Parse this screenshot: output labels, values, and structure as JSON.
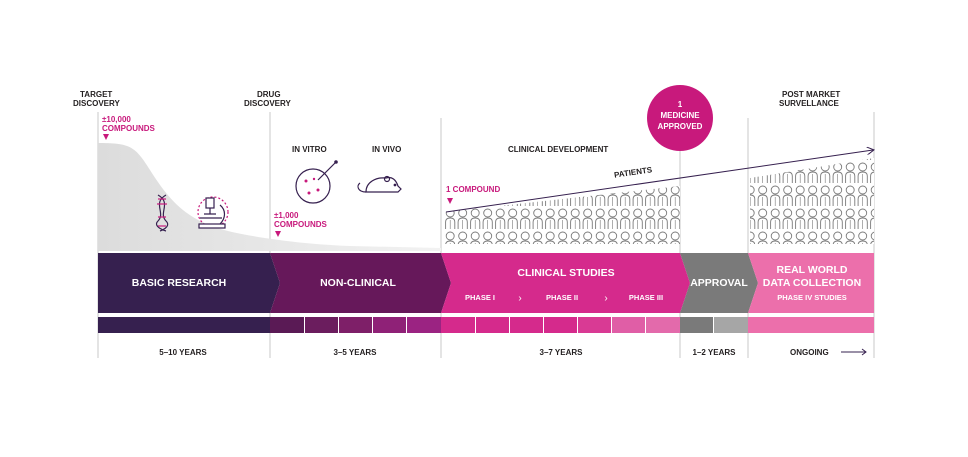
{
  "milestones": {
    "target_discovery": [
      "TARGET",
      "DISCOVERY"
    ],
    "drug_discovery": [
      "DRUG",
      "DISCOVERY"
    ],
    "post_market": [
      "POST MARKET",
      "SURVELLANCE"
    ]
  },
  "approval_badge": [
    "1",
    "MEDICINE",
    "APPROVED"
  ],
  "compounds": {
    "start": [
      "±10,000",
      "COMPOUNDS"
    ],
    "mid": [
      "±1,000",
      "COMPOUNDS"
    ],
    "end": "1 COMPOUND"
  },
  "nonclinical_labels": {
    "in_vitro": "IN VITRO",
    "in_vivo": "IN VIVO"
  },
  "clinical_development": "CLINICAL DEVELOPMENT",
  "patients_label": "PATIENTS",
  "stages": {
    "basic": "BASIC RESEARCH",
    "nonclinical": "NON-CLINICAL",
    "clinical": "CLINICAL STUDIES",
    "phases": [
      "PHASE I",
      "PHASE II",
      "PHASE III"
    ],
    "approval": "APPROVAL",
    "rwd": [
      "REAL WORLD",
      "DATA COLLECTION"
    ],
    "rwd_sub": "PHASE IV STUDIES"
  },
  "durations": {
    "basic": "5–10 YEARS",
    "nonclinical": "3–5 YEARS",
    "clinical": "3–7 YEARS",
    "approval": "1–2 YEARS",
    "ongoing": "ONGOING"
  },
  "colors": {
    "basic": "#36204f",
    "nonclinical": "#66185a",
    "clinical": "#d52a8c",
    "approval": "#7a7a7a",
    "rwd": "#ec6fab",
    "magenta": "#c8197c",
    "text": "#231f20"
  },
  "icons": [
    "dna-icon",
    "microscope-icon",
    "petri-dish-icon",
    "mouse-icon",
    "patient-icon",
    "arrow-right-icon"
  ]
}
